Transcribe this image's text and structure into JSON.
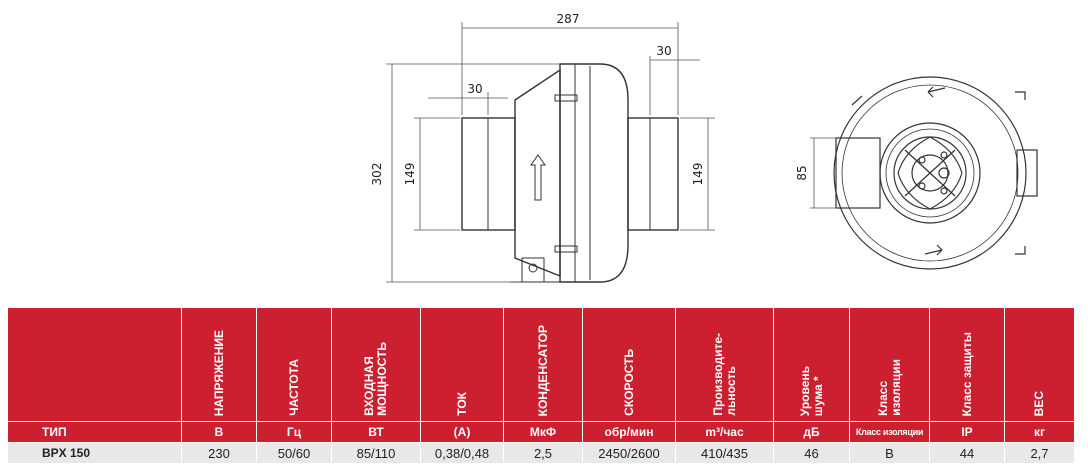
{
  "drawing": {
    "dim_total_width": "287",
    "dim_flange_right": "30",
    "dim_flange_left": "30",
    "dim_height": "302",
    "dim_spigot_left": "149",
    "dim_spigot_right": "149",
    "dim_end_view": "85"
  },
  "table": {
    "type_header": "ТИП",
    "columns": [
      {
        "key": "voltage",
        "header": "НАПРЯЖЕНИЕ",
        "unit": "В",
        "small_unit": false
      },
      {
        "key": "frequency",
        "header": "ЧАСТОТА",
        "unit": "Гц",
        "small_unit": false
      },
      {
        "key": "power",
        "header": "ВХОДНАЯ\nМОЩНОСТЬ",
        "unit": "ВТ",
        "small_unit": false
      },
      {
        "key": "current",
        "header": "ТОК",
        "unit": "(А)",
        "small_unit": false
      },
      {
        "key": "capacitor",
        "header": "КОНДЕНСАТОР",
        "unit": "МкФ",
        "small_unit": false
      },
      {
        "key": "speed",
        "header": "СКОРОСТЬ",
        "unit": "обр/мин",
        "small_unit": false
      },
      {
        "key": "capacity",
        "header": "Производите-\nльность",
        "unit": "m³/час",
        "small_unit": false
      },
      {
        "key": "noise",
        "header": "Уровень\nшума *",
        "unit": "дБ",
        "small_unit": false
      },
      {
        "key": "insulation",
        "header": "Класс\nизоляции",
        "unit": "Класс изоляции",
        "small_unit": true
      },
      {
        "key": "protection",
        "header": "Класс защиты",
        "unit": "IP",
        "small_unit": false
      },
      {
        "key": "weight",
        "header": "ВЕС",
        "unit": "кг",
        "small_unit": false
      }
    ],
    "rows": [
      {
        "type": "BPX 150",
        "values": [
          "230",
          "50/60",
          "85/110",
          "0,38/0,48",
          "2,5",
          "2450/2600",
          "410/435",
          "46",
          "B",
          "44",
          "2,7"
        ]
      }
    ]
  }
}
